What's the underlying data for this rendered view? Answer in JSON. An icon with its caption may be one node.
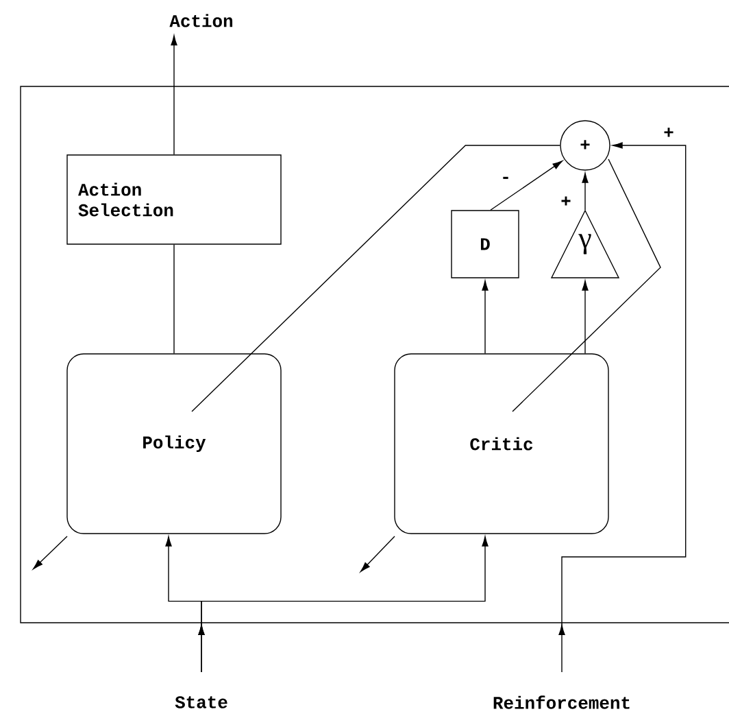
{
  "diagram": {
    "nodes": [
      {
        "text": [
          "Action"
        ]
      },
      {
        "text": [
          "Action Selection"
        ]
      },
      {
        "text": [
          "Policy"
        ]
      },
      {
        "text": [
          "D"
        ]
      },
      {
        "text": [
          "γ"
        ]
      },
      {
        "text": [
          "Critic"
        ]
      },
      {
        "text": [
          "+"
        ]
      },
      {
        "text": [
          "State"
        ]
      },
      {
        "text": [
          "Reinforcement"
        ]
      }
    ],
    "edges": [
      {
        "from": 1,
        "to": 0,
        "arrow": "to"
      },
      {
        "from": 2,
        "to": 1,
        "arrow": "none"
      },
      {
        "from": 7,
        "to": 2,
        "arrow": "to"
      },
      {
        "from": 7,
        "to": 5,
        "arrow": "to"
      },
      {
        "from": 5,
        "to": 3,
        "arrow": "to"
      },
      {
        "from": 5,
        "to": 4,
        "arrow": "to"
      },
      {
        "from": 3,
        "to": 6,
        "arrow": "to",
        "label": "-"
      },
      {
        "from": 4,
        "to": 6,
        "arrow": "to",
        "label": "+"
      },
      {
        "from": 8,
        "to": 6,
        "arrow": "to",
        "label": "+"
      },
      {
        "from": 6,
        "to": 2,
        "arrow": "none"
      },
      {
        "from": 6,
        "to": 5,
        "arrow": "none"
      }
    ]
  }
}
